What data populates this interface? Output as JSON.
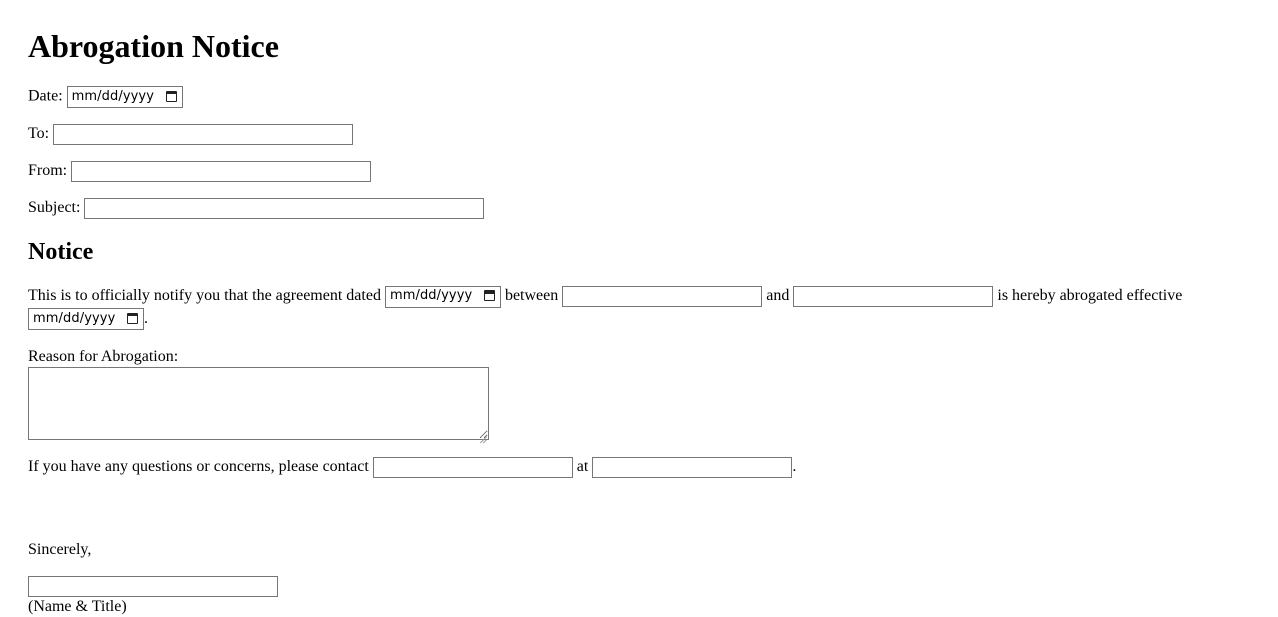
{
  "document": {
    "title": "Abrogation Notice",
    "section_heading": "Notice"
  },
  "header_fields": {
    "date_label": "Date:",
    "date_value": "",
    "date_placeholder": "mm/dd/yyyy",
    "to_label": "To:",
    "to_value": "",
    "from_label": "From:",
    "from_value": "",
    "subject_label": "Subject:",
    "subject_value": ""
  },
  "notice_paragraph": {
    "text_1": "This is to officially notify you that the agreement dated",
    "agreement_date_placeholder": "mm/dd/yyyy",
    "agreement_date_value": "",
    "text_2": "between",
    "party_a_value": "",
    "text_3": "and",
    "party_b_value": "",
    "text_4": "is hereby abrogated effective",
    "effective_date_placeholder": "mm/dd/yyyy",
    "effective_date_value": "",
    "text_5": "."
  },
  "reason": {
    "label": "Reason for Abrogation:",
    "value": ""
  },
  "contact_paragraph": {
    "text_1": "If you have any questions or concerns, please contact",
    "contact_name_value": "",
    "text_2": "at",
    "contact_info_value": "",
    "text_3": "."
  },
  "closing": {
    "salutation": "Sincerely,",
    "signature_value": "",
    "signature_caption": "(Name & Title)"
  },
  "icons": {
    "calendar": "calendar-icon",
    "resize_grip": "resize-handle-icon"
  },
  "colors": {
    "text": "#000000",
    "background": "#ffffff",
    "input_border": "#767676",
    "grip": "#999999"
  }
}
